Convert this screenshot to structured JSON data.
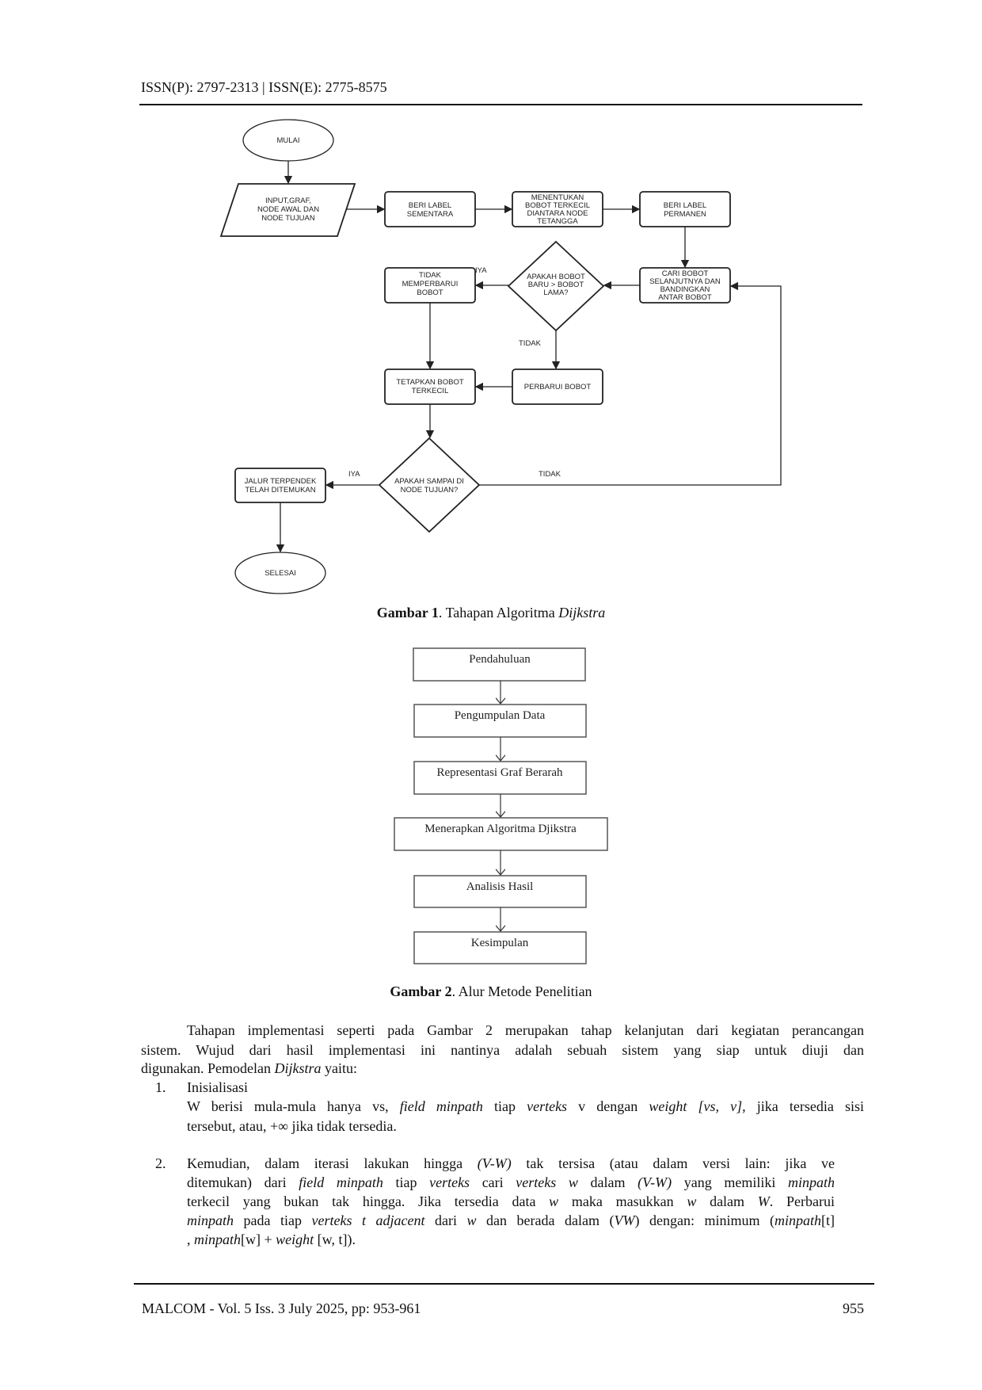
{
  "header": {
    "issn": "ISSN(P): 2797-2313 | ISSN(E): 2775-8575"
  },
  "figure1": {
    "start": "MULAI",
    "input": [
      "INPUT,GRAF,",
      "NODE AWAL DAN",
      "NODE TUJUAN"
    ],
    "temp_label": [
      "BERI LABEL",
      "SEMENTARA"
    ],
    "smallest": [
      "MENENTUKAN",
      "BOBOT TERKECIL",
      "DIANTARA NODE",
      "TETANGGA"
    ],
    "perm_label": [
      "BERI LABEL",
      "PERMANEN"
    ],
    "find_next": [
      "CARI BOBOT",
      "SELANJUTNYA DAN",
      "BANDINGKAN",
      "ANTAR BOBOT"
    ],
    "decision1": [
      "APAKAH BOBOT",
      "BARU > BOBOT",
      "LAMA?"
    ],
    "no_update": [
      "TIDAK",
      "MEMPERBARUI",
      "BOBOT"
    ],
    "update": "PERBARUI BOBOT",
    "set_smallest": [
      "TETAPKAN BOBOT",
      "TERKECIL"
    ],
    "decision2": [
      "APAKAH SAMPAI DI",
      "NODE TUJUAN?"
    ],
    "found": [
      "JALUR TERPENDEK",
      "TELAH DITEMUKAN"
    ],
    "end": "SELESAI",
    "yes": "IYA",
    "no": "TIDAK",
    "caption_bold": "Gambar 1",
    "caption_rest": ". Tahapan Algoritma ",
    "caption_italic": "Dijkstra"
  },
  "figure2": {
    "steps": [
      "Pendahuluan",
      "Pengumpulan Data",
      "Representasi Graf Berarah",
      "Menerapkan Algoritma Djikstra",
      "Analisis Hasil",
      "Kesimpulan"
    ],
    "caption_bold": "Gambar 2",
    "caption_rest": ". Alur Metode Penelitian"
  },
  "body": {
    "intro": [
      [
        {
          "t": "Tahapan implementasi seperti pada Gambar 2 merupakan tahap kelanjutan dari kegiatan perancangan"
        }
      ],
      [
        {
          "t": "sistem. Wujud dari hasil implementasi ini nantinya adalah sebuah sistem yang siap untuk diuji dan"
        }
      ],
      [
        {
          "t": "digunakan. Pemodelan "
        },
        {
          "t": "Dijkstra",
          "i": true
        },
        {
          "t": " yaitu:"
        }
      ]
    ],
    "items": [
      {
        "num": "1.",
        "lines": [
          [
            {
              "t": "Inisialisasi"
            }
          ],
          [
            {
              "t": "W berisi mula-mula hanya vs, "
            },
            {
              "t": "field minpath",
              "i": true
            },
            {
              "t": " tiap "
            },
            {
              "t": "verteks",
              "i": true
            },
            {
              "t": " v dengan "
            },
            {
              "t": "weight [vs, v],",
              "i": true
            },
            {
              "t": " jika tersedia sisi"
            }
          ],
          [
            {
              "t": "tersebut, atau, +∞ jika tidak tersedia."
            }
          ]
        ]
      },
      {
        "num": "2.",
        "lines": [
          [
            {
              "t": "Kemudian, dalam iterasi lakukan hingga "
            },
            {
              "t": "(V-W)",
              "i": true
            },
            {
              "t": " tak tersisa (atau dalam  versi lain: jika ve"
            }
          ],
          [
            {
              "t": "ditemukan) dari "
            },
            {
              "t": "field minpath",
              "i": true
            },
            {
              "t": " tiap "
            },
            {
              "t": "verteks",
              "i": true
            },
            {
              "t": " cari "
            },
            {
              "t": "verteks  w",
              "i": true
            },
            {
              "t": " dalam "
            },
            {
              "t": "(V-W)",
              "i": true
            },
            {
              "t": " yang memiliki "
            },
            {
              "t": "minpath",
              "i": true
            }
          ],
          [
            {
              "t": "terkecil yang bukan tak hingga. Jika tersedia data "
            },
            {
              "t": "w",
              "i": true
            },
            {
              "t": " maka masukkan "
            },
            {
              "t": "w",
              "i": true
            },
            {
              "t": " dalam "
            },
            {
              "t": "W",
              "i": true
            },
            {
              "t": ". Perbarui"
            }
          ],
          [
            {
              "t": "minpath",
              "i": true
            },
            {
              "t": " pada tiap "
            },
            {
              "t": "verteks t adjacent",
              "i": true
            },
            {
              "t": " dari "
            },
            {
              "t": "w",
              "i": true
            },
            {
              "t": " dan berada dalam ("
            },
            {
              "t": "VW",
              "i": true
            },
            {
              "t": ") dengan: minimum ("
            },
            {
              "t": "minpath",
              "i": true
            },
            {
              "t": "[t]"
            }
          ],
          [
            {
              "t": ", "
            },
            {
              "t": "minpath",
              "i": true
            },
            {
              "t": "[w] + "
            },
            {
              "t": "weight",
              "i": true
            },
            {
              "t": " [w, t])."
            }
          ]
        ]
      }
    ]
  },
  "footer": {
    "journal": "MALCOM - Vol. 5 Iss. 3 July 2025, pp: 953-961",
    "page": "955"
  }
}
